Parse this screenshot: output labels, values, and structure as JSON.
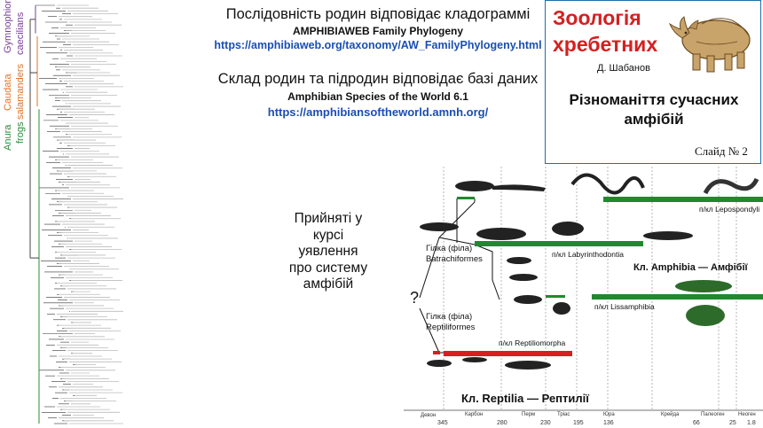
{
  "tree": {
    "groups": [
      {
        "name": "Gymnophiona",
        "common": "caecilians",
        "color": "#7a3f9d"
      },
      {
        "name": "Caudata",
        "common": "salamanders",
        "color": "#e0732a"
      },
      {
        "name": "Anura",
        "common": "frogs",
        "color": "#2c8a3a"
      }
    ]
  },
  "header": {
    "line1": "Послідовність родин відповідає кладограммі",
    "line2": "AMPHIBIAWEB Family Phylogeny",
    "line3": "https://amphibiaweb.org/taxonomy/AW_FamilyPhylogeny.html",
    "line4": "Склад родин та підродин відповідає базі даних",
    "line5": "Amphibian Species of the World 6.1",
    "line6": "https://amphibiansoftheworld.amnh.org/"
  },
  "title_box": {
    "title1": "Зоологія",
    "title2": "хребетних",
    "author": "Д. Шабанов",
    "subtitle1": "Різноманіття сучасних",
    "subtitle2": "амфібій",
    "slide": "Слайд № 2"
  },
  "colors": {
    "green": "#1f8a2c",
    "red": "#d42020",
    "blue": "#1a4fb3",
    "border": "#1f6fa8"
  },
  "diagram": {
    "left_text": [
      "Прийняті у",
      "курсі",
      "уявлення",
      "про систему",
      "амфібій"
    ],
    "question": "?",
    "branch_amphibia": [
      "Гілка (філа)",
      "Batrachiformes"
    ],
    "branch_reptilia": [
      "Гілка (філа)",
      "Reptiliformes"
    ],
    "lepospondyli": "п/кл Lepospondyli",
    "labyrinthodontia": "п/кл Labyrinthodontia",
    "lissamphibia": "п/кл Lissamphibia",
    "reptiliomorpha": "п/кл Reptiliomorpha",
    "class_amphibia": "Кл. Amphibia — Амфібії",
    "class_reptilia": "Кл. Reptilia — Рептилії",
    "periods": [
      "Девон",
      "Карбон",
      "Перм",
      "Тріас",
      "Юра",
      "Крейда",
      "Палеоген",
      "Неоген"
    ],
    "ages": [
      "345",
      "280",
      "230",
      "195",
      "136",
      "66",
      "25",
      "1.8"
    ]
  }
}
